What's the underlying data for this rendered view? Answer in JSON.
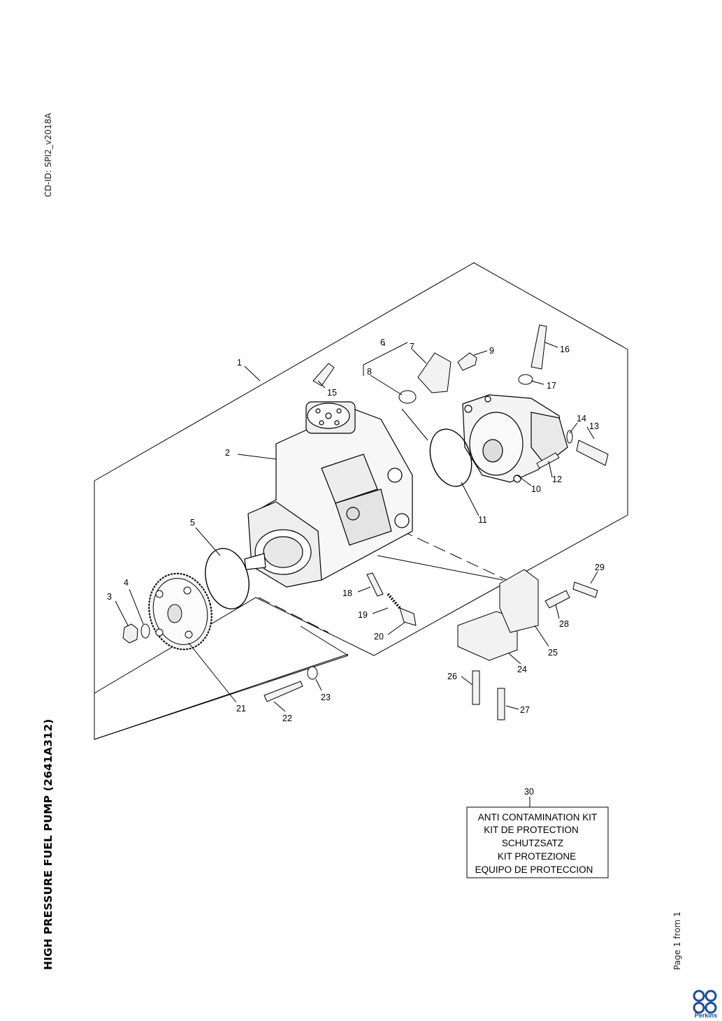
{
  "header": {
    "cd_id": "CD-ID: SPI2_v2018A",
    "title": "HIGH PRESSURE FUEL PUMP (2641A312)",
    "page": "Page 1 from 1"
  },
  "callouts": [
    "1",
    "2",
    "3",
    "4",
    "5",
    "6",
    "7",
    "8",
    "9",
    "10",
    "11",
    "12",
    "13",
    "14",
    "15",
    "16",
    "17",
    "18",
    "19",
    "20",
    "21",
    "22",
    "23",
    "24",
    "25",
    "26",
    "27",
    "28",
    "29",
    "30"
  ],
  "kit": {
    "number": "30",
    "lines": [
      "ANTI CONTAMINATION KIT",
      "KIT DE PROTECTION",
      "SCHUTZSATZ",
      "KIT PROTEZIONE",
      "EQUIPO DE PROTECCION"
    ]
  },
  "brand": {
    "name": "Perkins",
    "logo_icon": "perkins-logo-icon",
    "color": "#1c4d9c"
  }
}
